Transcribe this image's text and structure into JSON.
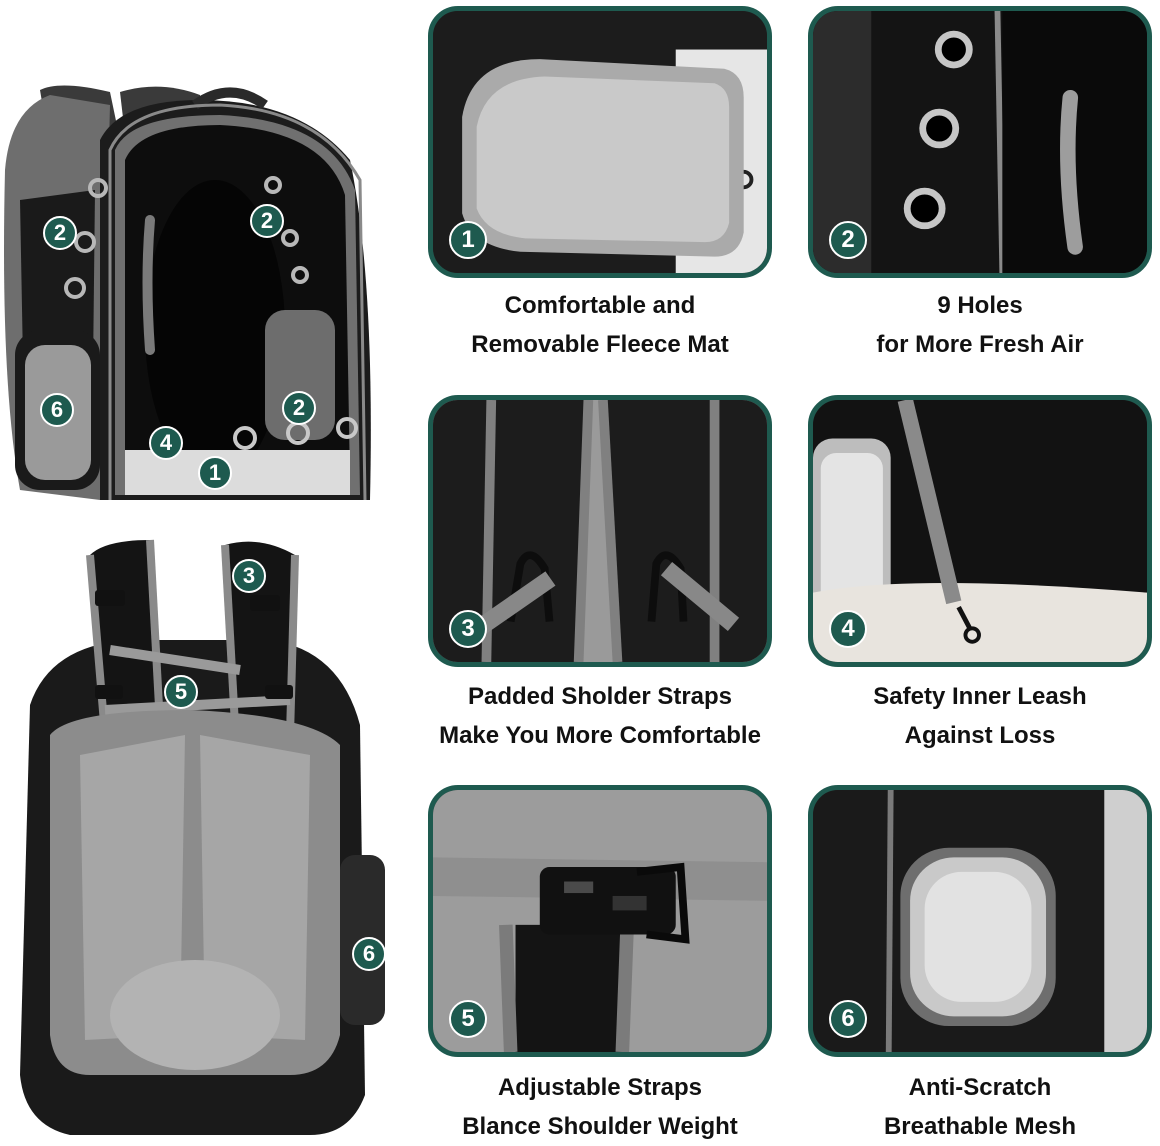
{
  "markers": {
    "fleece": "1",
    "holes": "2",
    "straps": "3",
    "leash": "4",
    "buckle": "5",
    "mesh": "6"
  },
  "features": [
    {
      "number": "1",
      "line1": "Comfortable and",
      "line2": "Removable Fleece Mat"
    },
    {
      "number": "2",
      "line1": "9 Holes",
      "line2": "for More Fresh Air"
    },
    {
      "number": "3",
      "line1": "Padded Sholder Straps",
      "line2": "Make You More Comfortable"
    },
    {
      "number": "4",
      "line1": "Safety Inner Leash",
      "line2": "Against Loss"
    },
    {
      "number": "5",
      "line1": "Adjustable Straps",
      "line2": "Blance Shoulder Weight"
    },
    {
      "number": "6",
      "line1": "Anti-Scratch",
      "line2": "Breathable Mesh"
    }
  ],
  "colors": {
    "accent": "#1e5a4f",
    "bag": "#1a1a1a",
    "trim": "#8a8a8a"
  }
}
